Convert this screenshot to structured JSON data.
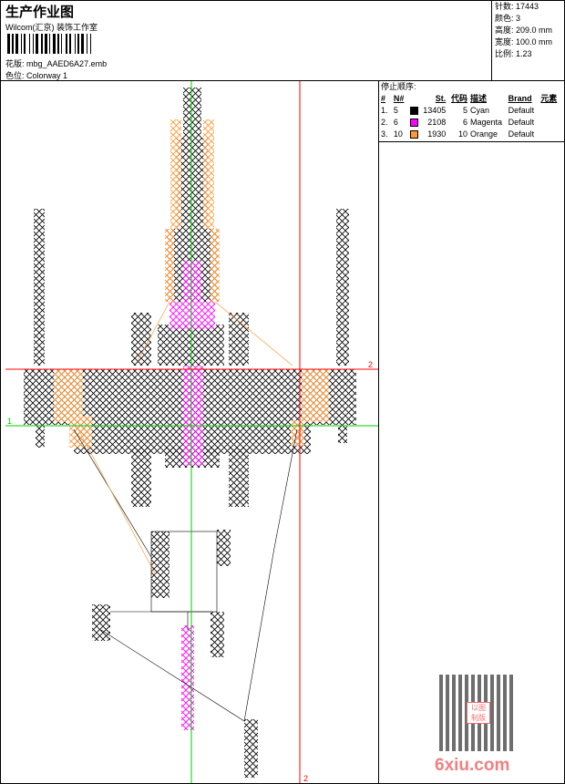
{
  "header": {
    "title": "生产作业图",
    "company": "Wilcom(汇京) 装饰工作室",
    "design_label": "花版:",
    "design_file": "mbg_AAED6A27.emb",
    "colorway_label": "色位:",
    "colorway": "Colorway 1"
  },
  "info": [
    {
      "label": "针数:",
      "value": "17443"
    },
    {
      "label": "颜色:",
      "value": "3"
    },
    {
      "label": "高度:",
      "value": "209.0 mm"
    },
    {
      "label": "宽度:",
      "value": "100.0 mm"
    },
    {
      "label": "比例:",
      "value": "1.23"
    }
  ],
  "stop_sequence": {
    "title": "停止顺序:",
    "columns": [
      "#",
      "N#",
      "",
      "St.",
      "代码",
      "描述",
      "Brand",
      "元素"
    ],
    "rows": [
      {
        "idx": "1.",
        "n": "5",
        "color": "#000000",
        "st": "13405",
        "code": "5",
        "desc": "Cyan",
        "brand": "Default"
      },
      {
        "idx": "2.",
        "n": "6",
        "color": "#ff00ff",
        "st": "2108",
        "code": "6",
        "desc": "Magenta",
        "brand": "Default"
      },
      {
        "idx": "3.",
        "n": "10",
        "color": "#ff9933",
        "st": "1930",
        "code": "10",
        "desc": "Orange",
        "brand": "Default"
      }
    ]
  },
  "guides": {
    "h_red": "2",
    "v_red": "2",
    "h_green": "1"
  },
  "watermark": {
    "site": "6xiu.com",
    "stamp": "以图制版"
  }
}
